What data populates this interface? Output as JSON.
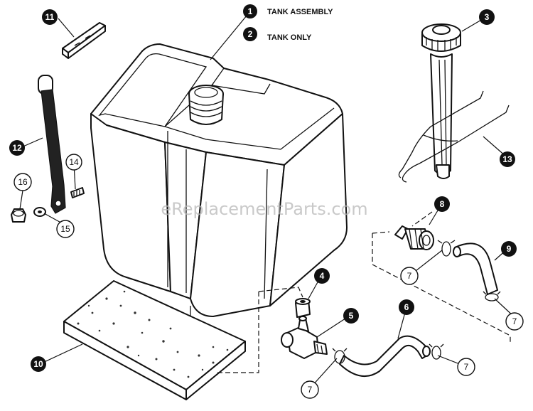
{
  "legend": [
    {
      "number": "1",
      "text": "TANK ASSEMBLY"
    },
    {
      "number": "2",
      "text": "TANK ONLY"
    }
  ],
  "callouts": {
    "c3": "3",
    "c4": "4",
    "c5": "5",
    "c6": "6",
    "c7a": "7",
    "c7b": "7",
    "c7c": "7",
    "c7d": "7",
    "c8": "8",
    "c9": "9",
    "c10": "10",
    "c11": "11",
    "c12": "12",
    "c13": "13",
    "c14": "14",
    "c15": "15",
    "c16": "16"
  },
  "watermark": "eReplacementParts.com",
  "colors": {
    "ink": "#111111",
    "background": "#ffffff",
    "watermark": "#b8b8b8"
  }
}
